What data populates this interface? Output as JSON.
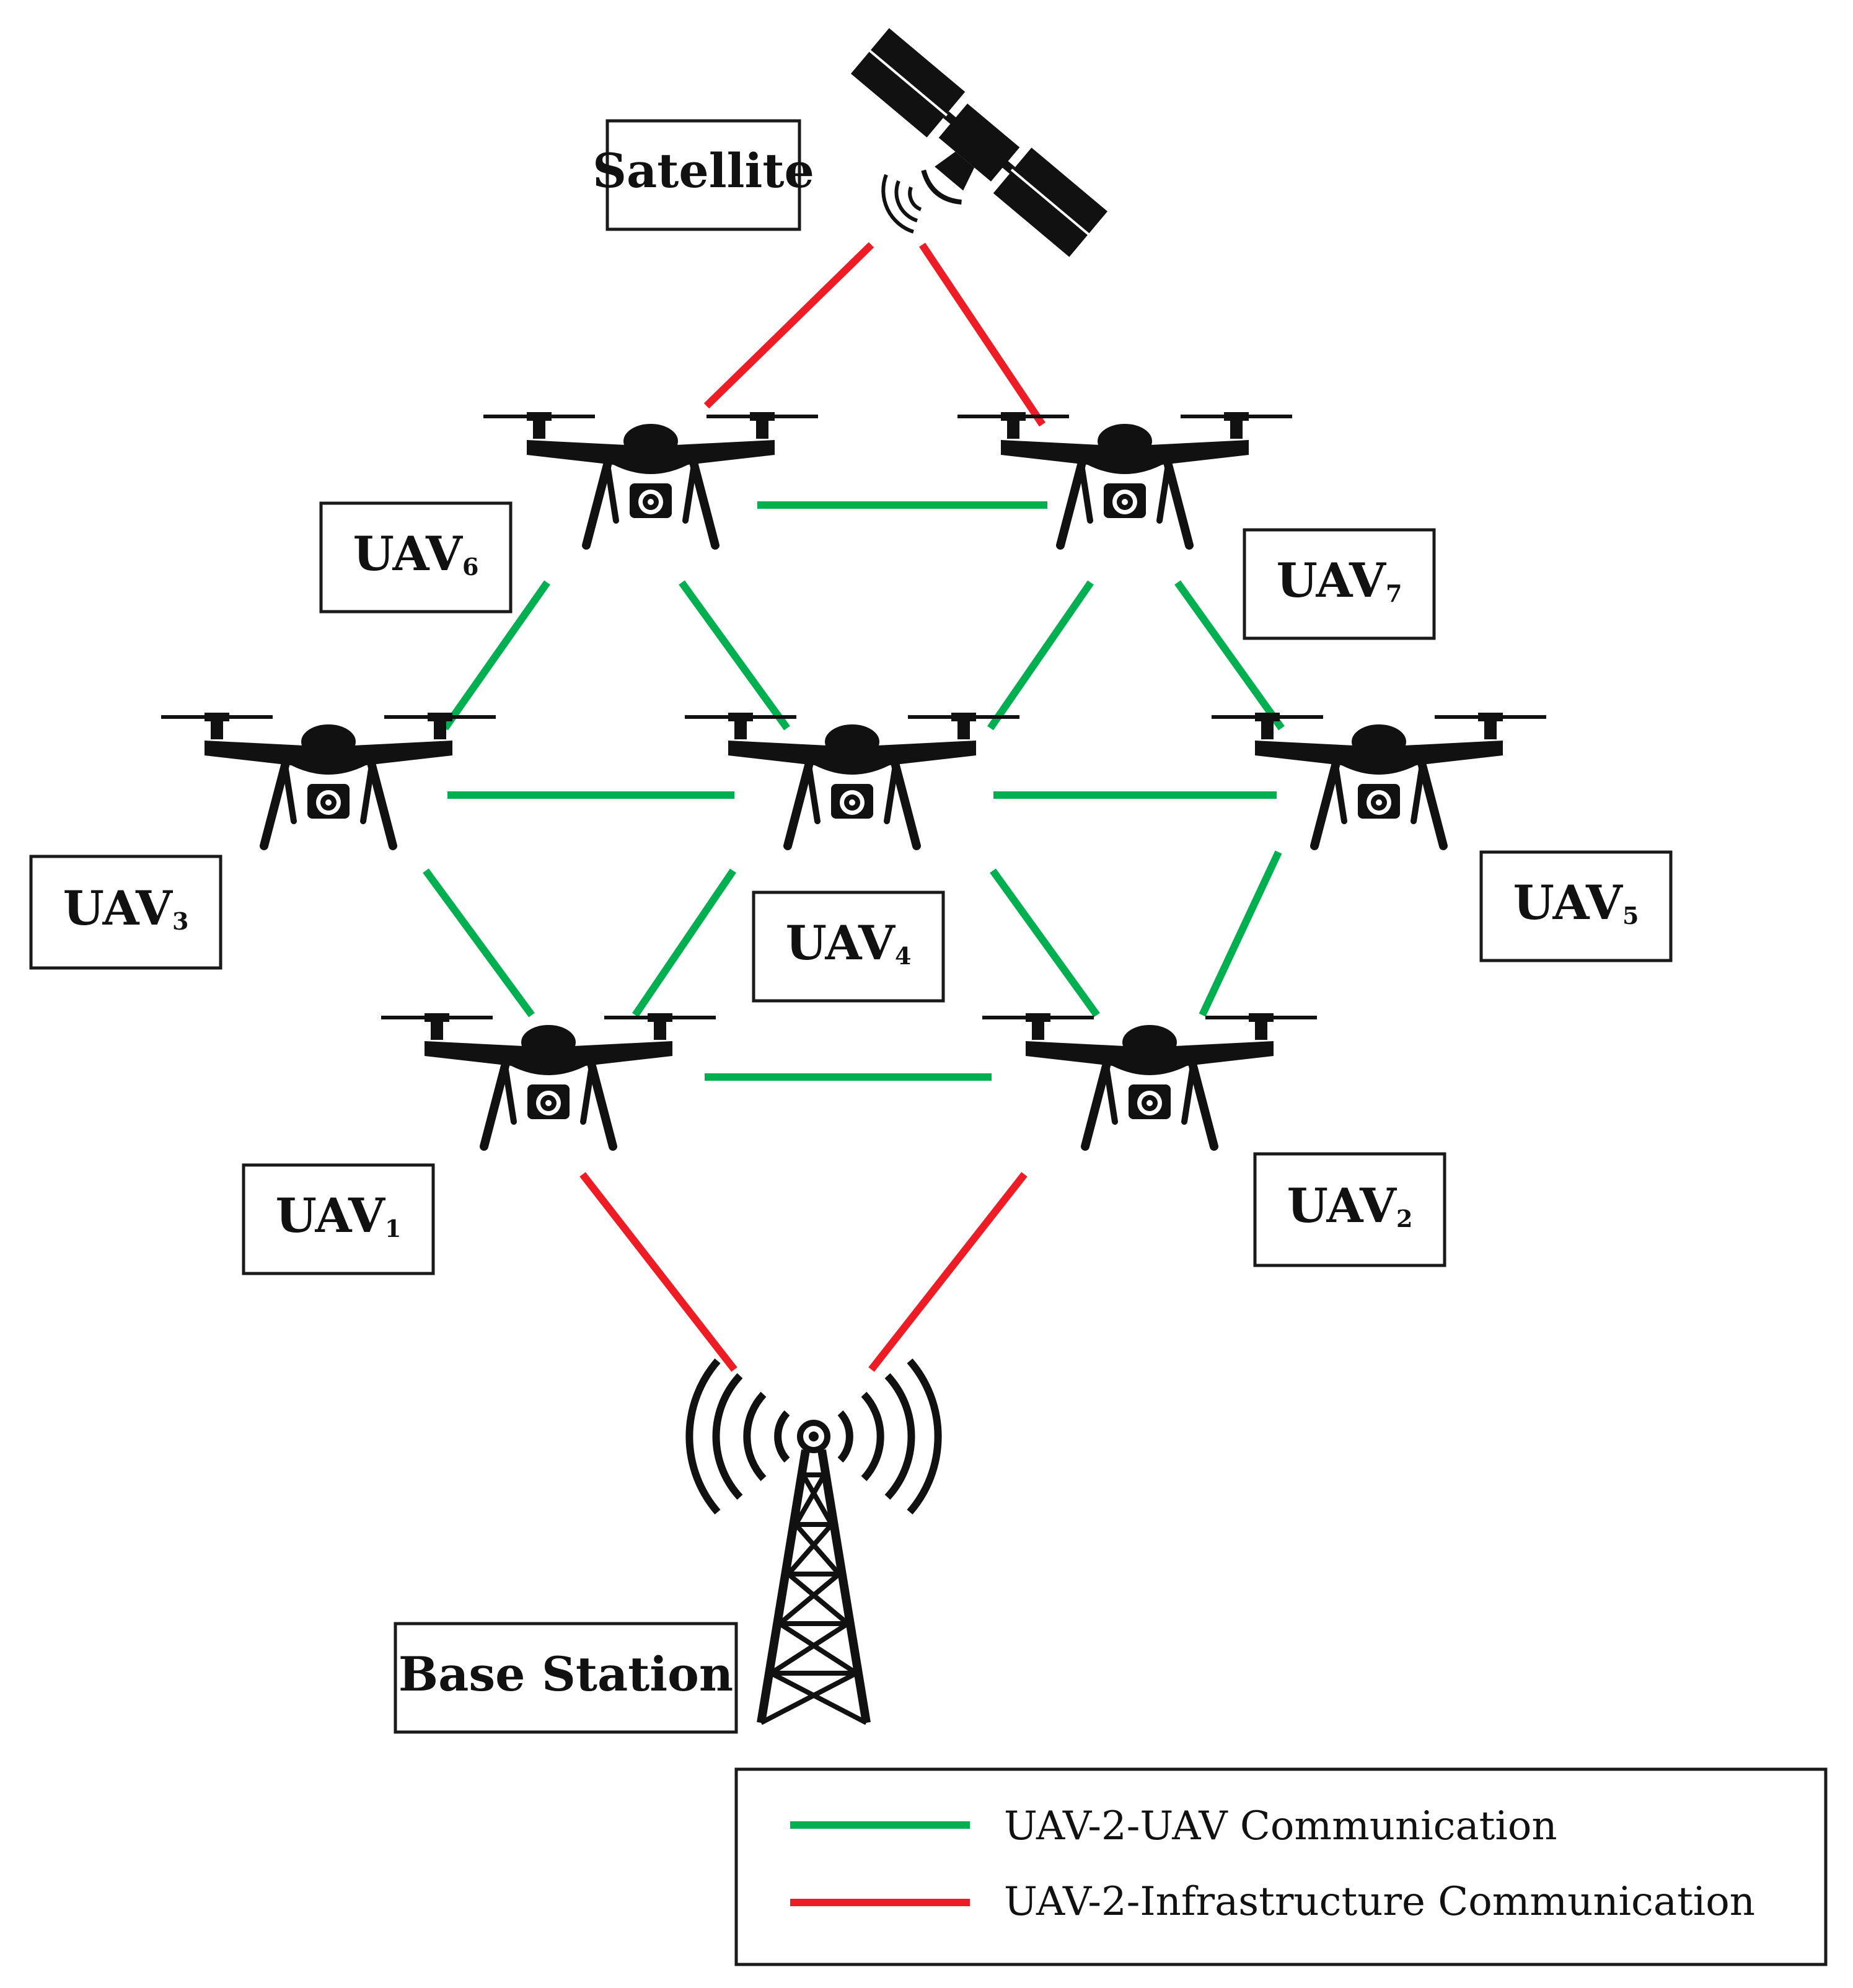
{
  "nodes": {
    "satellite": {
      "label": "Satellite",
      "icon": "satellite-icon"
    },
    "base_station": {
      "label": "Base Station",
      "icon": "cell-tower-icon"
    },
    "uavs": [
      {
        "id": "uav1",
        "label": "UAV",
        "sub": "1",
        "icon": "drone-icon"
      },
      {
        "id": "uav2",
        "label": "UAV",
        "sub": "2",
        "icon": "drone-icon"
      },
      {
        "id": "uav3",
        "label": "UAV",
        "sub": "3",
        "icon": "drone-icon"
      },
      {
        "id": "uav4",
        "label": "UAV",
        "sub": "4",
        "icon": "drone-icon"
      },
      {
        "id": "uav5",
        "label": "UAV",
        "sub": "5",
        "icon": "drone-icon"
      },
      {
        "id": "uav6",
        "label": "UAV",
        "sub": "6",
        "icon": "drone-icon"
      },
      {
        "id": "uav7",
        "label": "UAV",
        "sub": "7",
        "icon": "drone-icon"
      }
    ]
  },
  "links": {
    "uav_to_uav": [
      [
        "uav6",
        "uav7"
      ],
      [
        "uav6",
        "uav3"
      ],
      [
        "uav6",
        "uav4"
      ],
      [
        "uav7",
        "uav4"
      ],
      [
        "uav7",
        "uav5"
      ],
      [
        "uav3",
        "uav4"
      ],
      [
        "uav4",
        "uav5"
      ],
      [
        "uav3",
        "uav1"
      ],
      [
        "uav4",
        "uav1"
      ],
      [
        "uav4",
        "uav2"
      ],
      [
        "uav5",
        "uav2"
      ],
      [
        "uav1",
        "uav2"
      ]
    ],
    "uav_to_infrastructure": [
      [
        "satellite",
        "uav6"
      ],
      [
        "satellite",
        "uav7"
      ],
      [
        "uav1",
        "base_station"
      ],
      [
        "uav2",
        "base_station"
      ]
    ]
  },
  "legend": {
    "uav_to_uav": {
      "label": "UAV-2-UAV Communication",
      "color": "#00b050"
    },
    "uav_to_infrastructure": {
      "label": "UAV-2-Infrastructure Communication",
      "color": "#ee1c25"
    }
  }
}
